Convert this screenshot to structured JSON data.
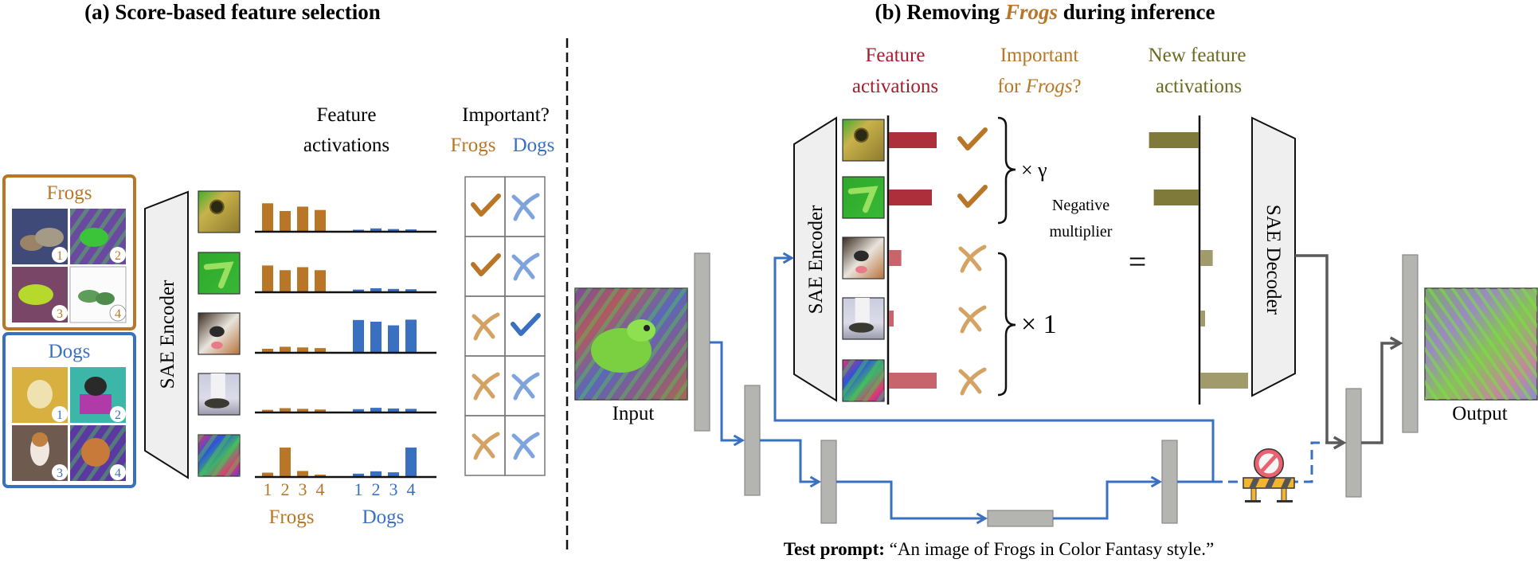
{
  "colors": {
    "frogs": "#b87626",
    "frogs_light": "#d4a263",
    "dogs": "#3a70c2",
    "dogs_light": "#7fa4dc",
    "act_red": "#ad2f3b",
    "act_red_light": "#c8646c",
    "new_act": "#7f7a3a",
    "new_act_light": "#a19b6b",
    "block_gray": "#b4b4b0",
    "flow_blue": "#3a70c2",
    "flow_gray": "#5a5a5a"
  },
  "panel_a": {
    "title": "(a) Score-based feature selection",
    "groups": [
      {
        "name": "Frogs",
        "image_numbers": [
          "1",
          "2",
          "3",
          "4"
        ]
      },
      {
        "name": "Dogs",
        "image_numbers": [
          "1",
          "2",
          "3",
          "4"
        ]
      }
    ],
    "encoder_label": "SAE Encoder",
    "activations_header": [
      "Feature",
      "activations"
    ],
    "important_header": "Important?",
    "important_cols": [
      "Frogs",
      "Dogs"
    ],
    "features": [
      {
        "name": "frog-eye",
        "frogs": [
          0.85,
          0.62,
          0.75,
          0.65
        ],
        "dogs": [
          0.06,
          0.1,
          0.08,
          0.07
        ],
        "important_frogs": true,
        "important_dogs": false
      },
      {
        "name": "frog-foot",
        "frogs": [
          0.8,
          0.66,
          0.75,
          0.66
        ],
        "dogs": [
          0.08,
          0.12,
          0.1,
          0.09
        ],
        "important_frogs": true,
        "important_dogs": false
      },
      {
        "name": "dog-nose",
        "frogs": [
          0.12,
          0.18,
          0.16,
          0.14
        ],
        "dogs": [
          0.98,
          0.93,
          0.82,
          0.99
        ],
        "important_frogs": false,
        "important_dogs": true
      },
      {
        "name": "shoe",
        "frogs": [
          0.08,
          0.13,
          0.11,
          0.09
        ],
        "dogs": [
          0.1,
          0.14,
          0.12,
          0.11
        ],
        "important_frogs": false,
        "important_dogs": false
      },
      {
        "name": "color-texture",
        "frogs": [
          0.13,
          0.88,
          0.18,
          0.07
        ],
        "dogs": [
          0.1,
          0.17,
          0.14,
          0.88
        ],
        "important_frogs": false,
        "important_dogs": false
      }
    ],
    "x_ticks": [
      "1",
      "2",
      "3",
      "4"
    ],
    "x_group_labels": [
      "Frogs",
      "Dogs"
    ]
  },
  "panel_b": {
    "title_pre": "(b) Removing ",
    "title_em": "Frogs",
    "title_post": " during inference",
    "headers": {
      "feature_activations": [
        "Feature",
        "activations"
      ],
      "important_for": [
        "Important",
        "for ",
        "Frogs",
        "?"
      ],
      "new_activations": [
        "New feature",
        "activations"
      ]
    },
    "encoder_label": "SAE Encoder",
    "decoder_label": "SAE Decoder",
    "features": [
      {
        "name": "frog-eye",
        "activation": 0.5,
        "important": true,
        "new_activation": 0.52
      },
      {
        "name": "frog-foot",
        "activation": 0.45,
        "important": true,
        "new_activation": 0.47
      },
      {
        "name": "dog-nose",
        "activation": 0.13,
        "important": false,
        "new_activation": 0.13
      },
      {
        "name": "shoe",
        "activation": 0.05,
        "important": false,
        "new_activation": 0.05
      },
      {
        "name": "color-texture",
        "activation": 0.5,
        "important": false,
        "new_activation": 0.5
      }
    ],
    "multiplier_top": "×  γ",
    "multiplier_top_note": [
      "Negative",
      "multiplier"
    ],
    "multiplier_bottom": "×  1",
    "equals": "=",
    "input_label": "Input",
    "output_label": "Output",
    "prompt_bold": "Test prompt:",
    "prompt_text": " “An image of Frogs in Color Fantasy style.”"
  }
}
